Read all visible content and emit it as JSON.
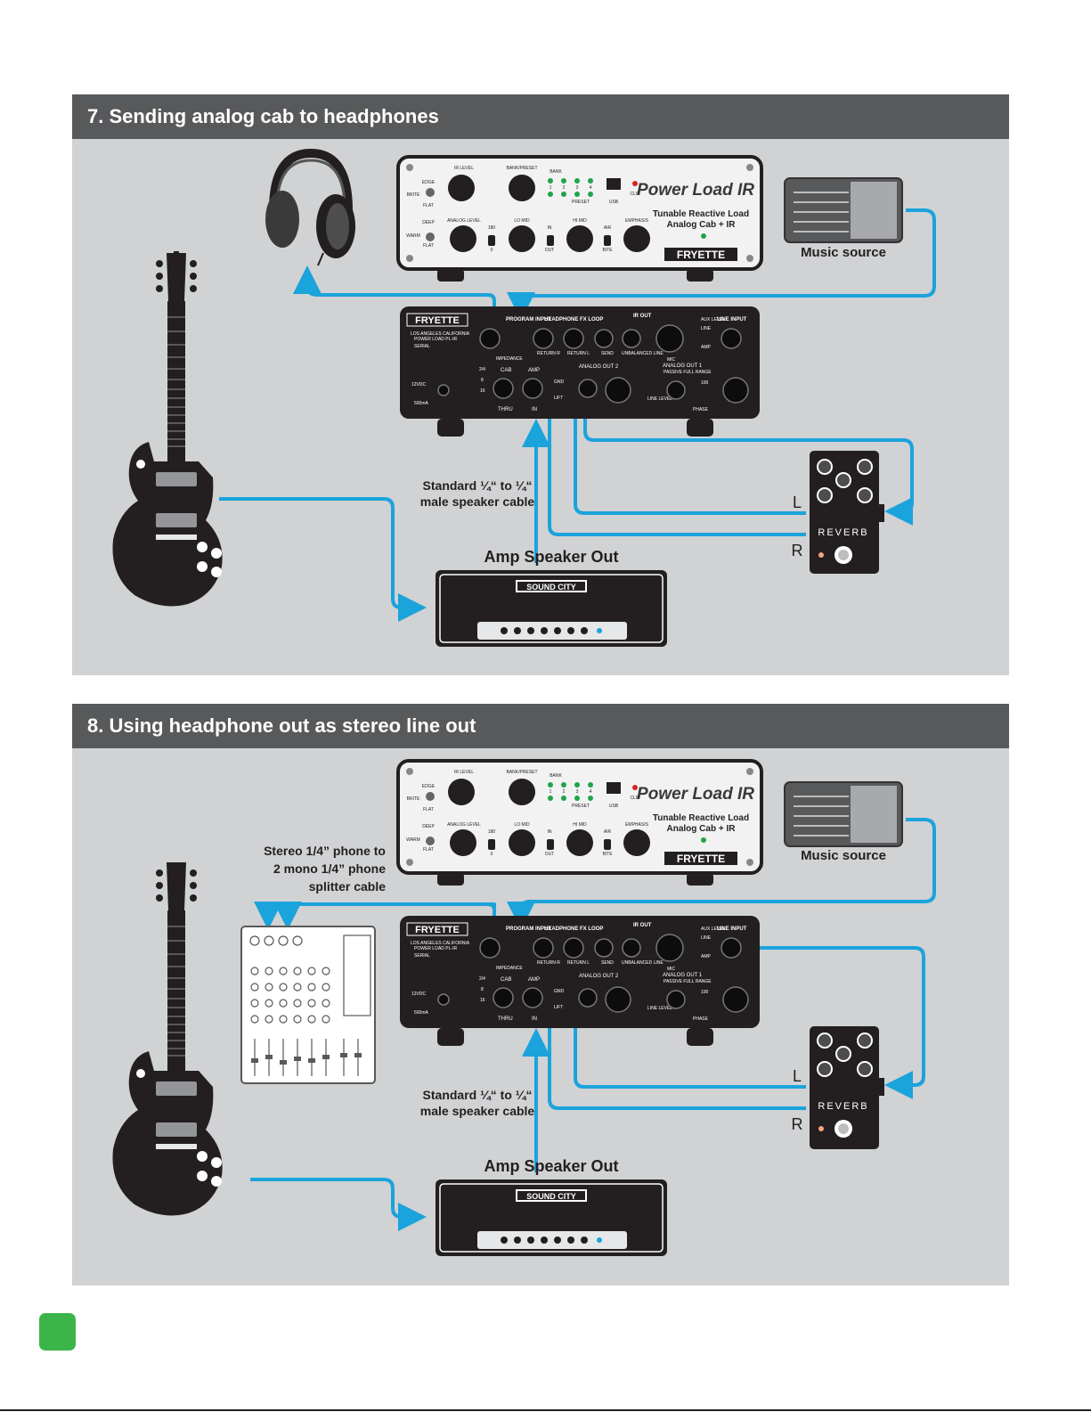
{
  "sections": [
    {
      "title": "7. Sending analog cab to headphones",
      "top_unit": {
        "brand_script": "Power Load IR",
        "subtitle_line1": "Tunable Reactive Load",
        "subtitle_line2": "Analog Cab + IR",
        "logo": "FRYETTE",
        "knob_labels": [
          "IR LEVEL",
          "BANK/PRESET",
          "ANALOG LEVEL",
          "LO MID",
          "HI MID",
          "EMPHASIS"
        ],
        "switch_labels": [
          "EDGE",
          "BRITE",
          "FLAT",
          "DEEP",
          "WARM",
          "FLAT"
        ],
        "misc_labels": [
          "BANK",
          "PRESET",
          "USB",
          "CLIP",
          "IN",
          "OUT",
          "AIR",
          "BITE",
          "180",
          "0"
        ],
        "led_numbers": [
          "1",
          "2",
          "3",
          "4"
        ]
      },
      "rear_unit": {
        "logo": "FRYETTE",
        "origin_line1": "LOS ANGELES CALIFORNIA",
        "origin_line2": "POWER LOAD PL-IR",
        "serial": "SERIAL",
        "labels": [
          "PROGRAM INPUT",
          "HEADPHONE FX LOOP",
          "IR OUT",
          "AUX LEVEL",
          "LINE INPUT",
          "RETURN R",
          "RETURN L",
          "SEND",
          "UNBALANCED LINE",
          "MIC",
          "IMPEDANCE",
          "CAB",
          "AMP",
          "THRU",
          "IN",
          "ANALOG OUT 2",
          "ANALOG OUT 1",
          "PASSIVE FULL RANGE",
          "LINE LEVEL",
          "PHASE",
          "GND",
          "LIFT",
          "12VDC",
          "500mA",
          "2/4",
          "8",
          "16",
          "LINE",
          "AMP",
          "100"
        ]
      },
      "music_source_label": "Music source",
      "cable_label_line1": "Standard ¼“ to ¼“",
      "cable_label_line2": "male speaker cable",
      "amp_out_label": "Amp Speaker Out",
      "amp_brand": "SOUND CITY",
      "pedal_name": "REVERB",
      "pedal_left_label": "L",
      "pedal_right_label": "R"
    },
    {
      "title": "8. Using headphone out as stereo line out",
      "top_unit": {
        "brand_script": "Power Load IR",
        "subtitle_line1": "Tunable Reactive Load",
        "subtitle_line2": "Analog Cab + IR",
        "logo": "FRYETTE",
        "knob_labels": [
          "IR LEVEL",
          "BANK/PRESET",
          "ANALOG LEVEL",
          "LO MID",
          "HI MID",
          "EMPHASIS"
        ],
        "switch_labels": [
          "EDGE",
          "BRITE",
          "FLAT",
          "DEEP",
          "WARM",
          "FLAT"
        ],
        "misc_labels": [
          "BANK",
          "PRESET",
          "USB",
          "CLIP",
          "IN",
          "OUT",
          "AIR",
          "BITE",
          "180",
          "0"
        ],
        "led_numbers": [
          "1",
          "2",
          "3",
          "4"
        ]
      },
      "rear_unit": {
        "logo": "FRYETTE",
        "origin_line1": "LOS ANGELES CALIFORNIA",
        "origin_line2": "POWER LOAD PL-IR",
        "serial": "SERIAL",
        "labels": [
          "PROGRAM INPUT",
          "HEADPHONE FX LOOP",
          "IR OUT",
          "AUX LEVEL",
          "LINE INPUT",
          "RETURN R",
          "RETURN L",
          "SEND",
          "UNBALANCED LINE",
          "MIC",
          "IMPEDANCE",
          "CAB",
          "AMP",
          "THRU",
          "IN",
          "ANALOG OUT 2",
          "ANALOG OUT 1",
          "PASSIVE FULL RANGE",
          "LINE LEVEL",
          "PHASE",
          "GND",
          "LIFT",
          "12VDC",
          "500mA",
          "2/4",
          "8",
          "16",
          "LINE",
          "AMP",
          "100"
        ]
      },
      "splitter_line1": "Stereo 1/4” phone to",
      "splitter_line2": "2 mono 1/4” phone",
      "splitter_line3": "splitter cable",
      "music_source_label": "Music source",
      "cable_label_line1": "Standard ¼“ to ¼“",
      "cable_label_line2": "male speaker cable",
      "amp_out_label": "Amp Speaker Out",
      "amp_brand": "SOUND CITY",
      "pedal_name": "REVERB",
      "pedal_left_label": "L",
      "pedal_right_label": "R"
    }
  ],
  "colors": {
    "header_bg": "#58595b",
    "panel_bg": "#d1d2d4",
    "cable": "#1ba3dc",
    "badge": "#3bb54a"
  }
}
